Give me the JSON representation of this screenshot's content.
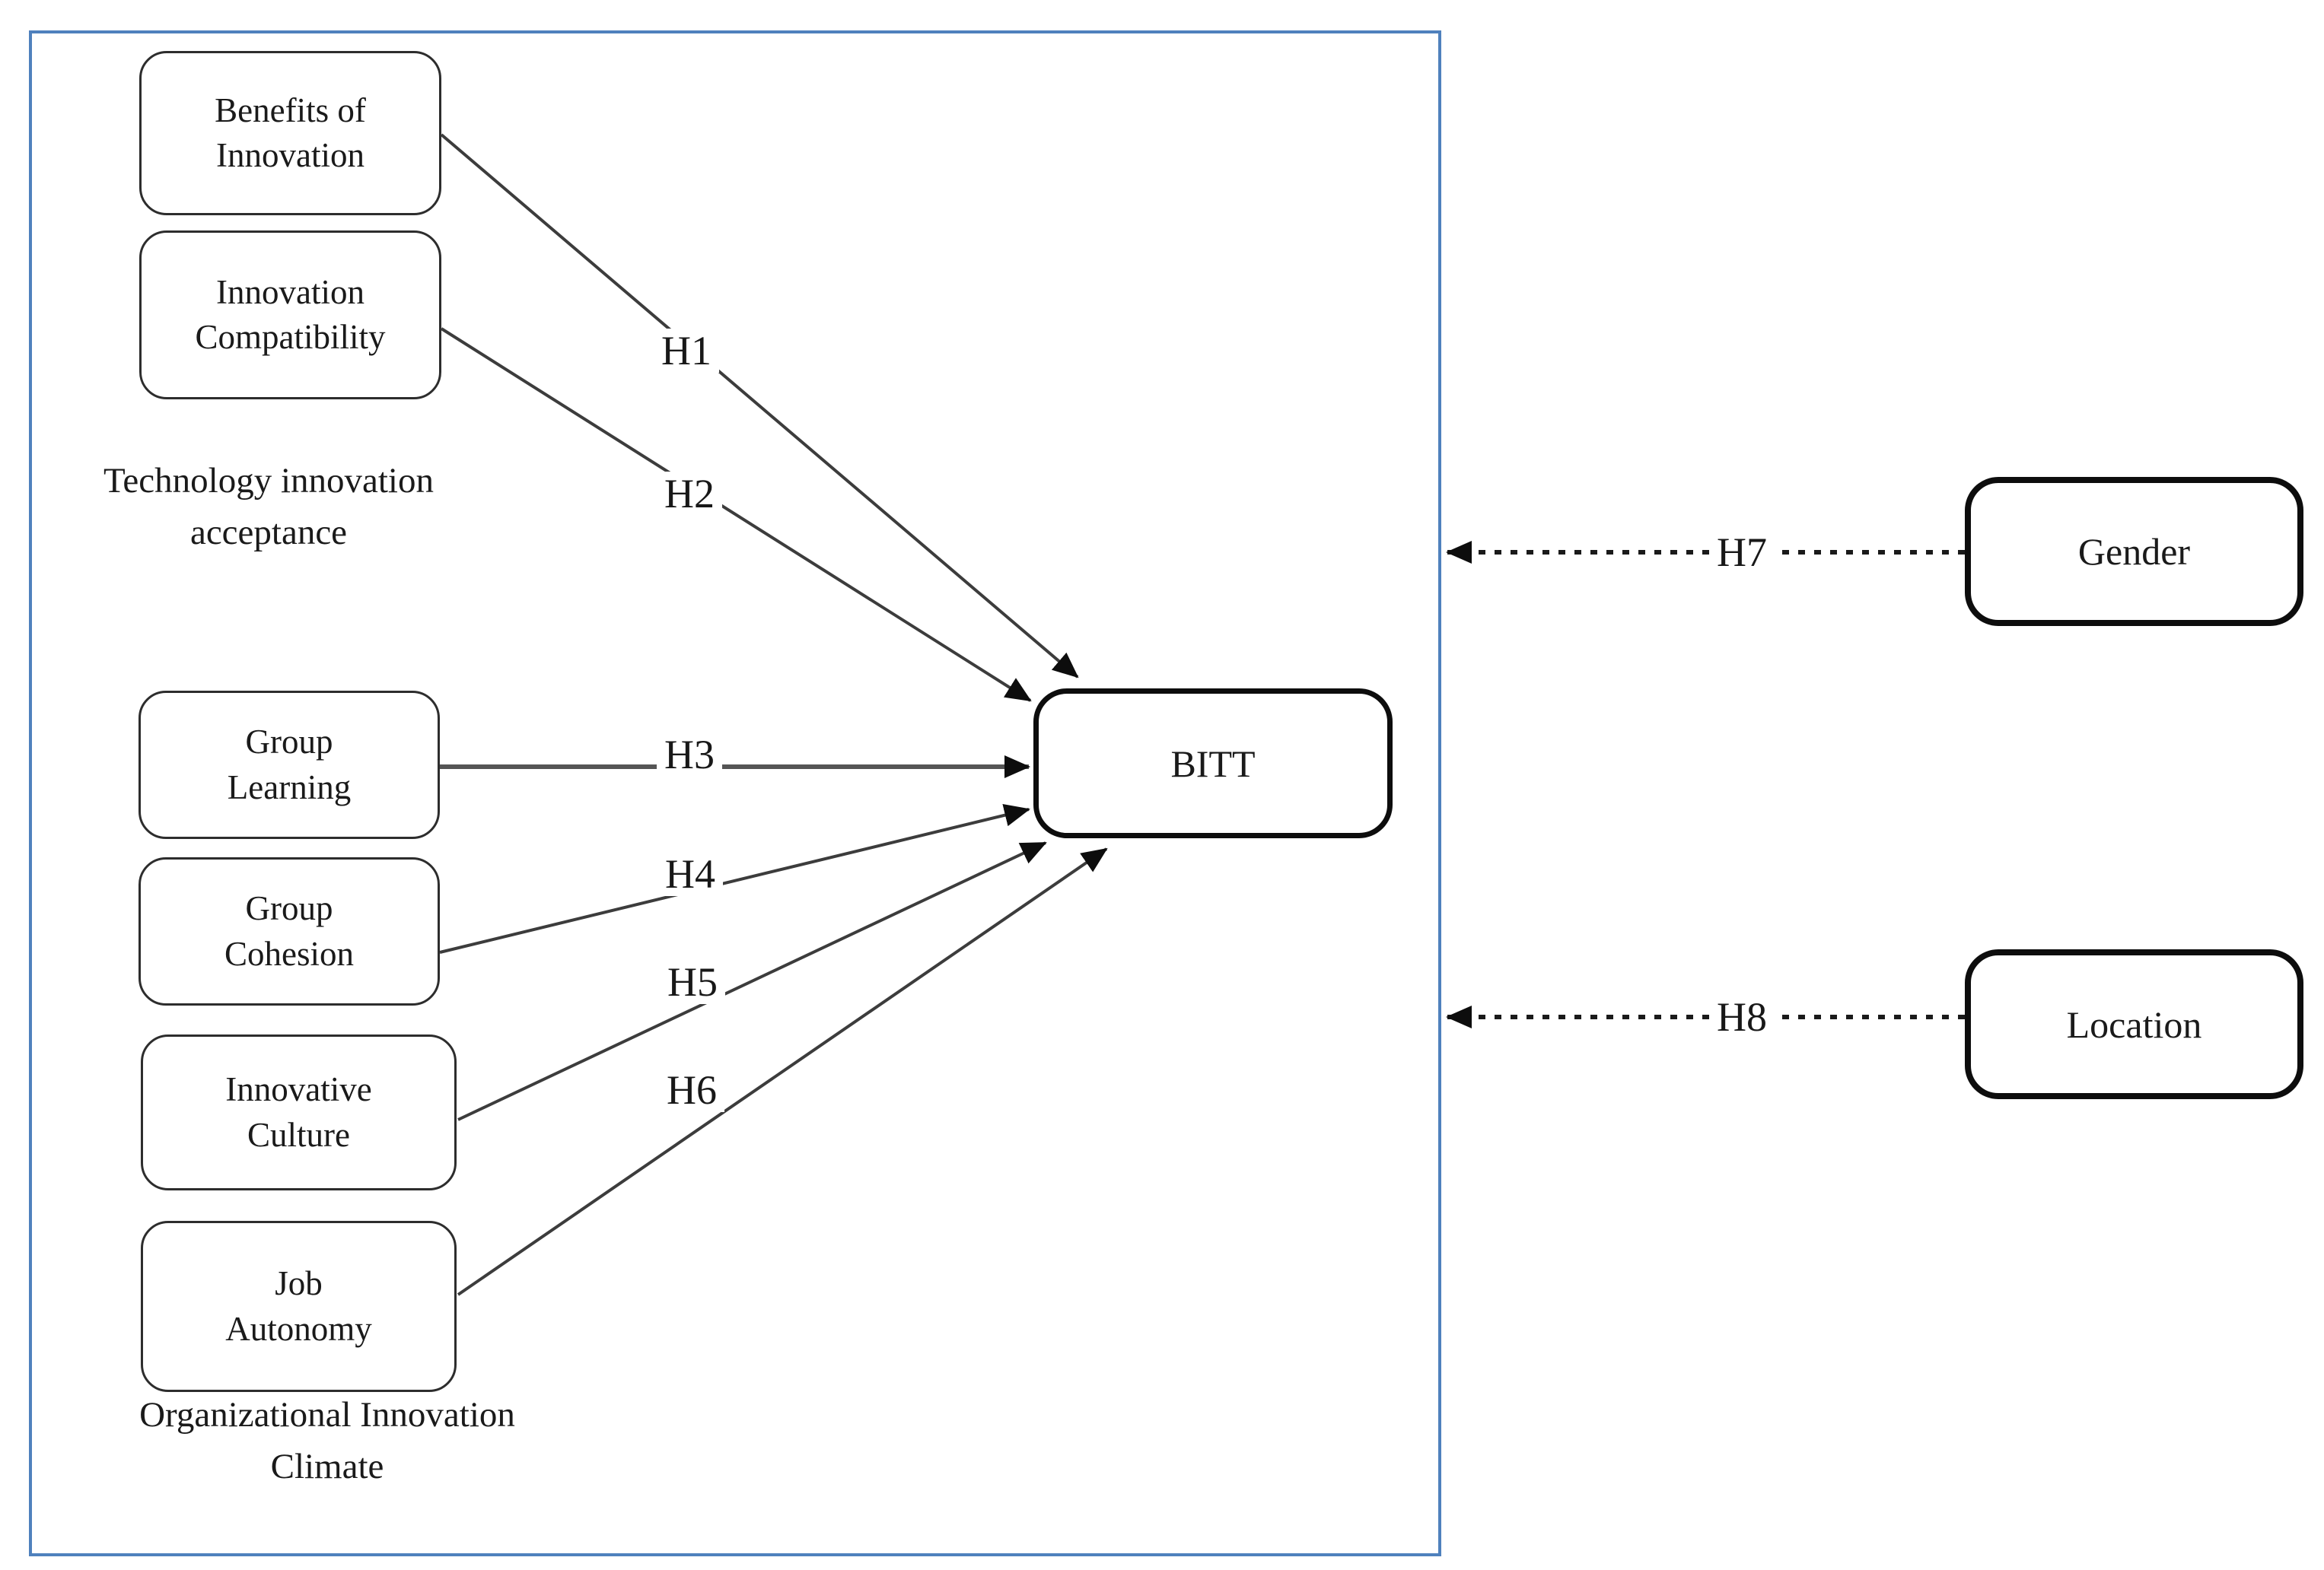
{
  "diagram": {
    "type": "conceptual research model",
    "outcome_box": {
      "label": "BITT"
    },
    "predictor_boxes": {
      "benefits": {
        "line1": "Benefits of",
        "line2": "Innovation"
      },
      "compatibility": {
        "line1": "Innovation",
        "line2": "Compatibility"
      },
      "group_learning": {
        "line1": "Group",
        "line2": "Learning"
      },
      "group_cohesion": {
        "line1": "Group",
        "line2": "Cohesion"
      },
      "innovative_culture": {
        "line1": "Innovative",
        "line2": "Culture"
      },
      "job_autonomy": {
        "line1": "Job",
        "line2": "Autonomy"
      }
    },
    "moderator_boxes": {
      "gender": {
        "label": "Gender"
      },
      "location": {
        "label": "Location"
      }
    },
    "section_labels": {
      "technology": {
        "line1": "Technology innovation",
        "line2": "acceptance"
      },
      "organizational": {
        "line1": "Organizational Innovation",
        "line2": "Climate"
      }
    },
    "hypotheses": {
      "h1": "H1",
      "h2": "H2",
      "h3": "H3",
      "h4": "H4",
      "h5": "H5",
      "h6": "H6",
      "h7": "H7",
      "h8": "H8"
    },
    "relations": [
      {
        "id": "H1",
        "from": "Benefits of Innovation",
        "to": "BITT",
        "style": "solid-arrow"
      },
      {
        "id": "H2",
        "from": "Innovation Compatibility",
        "to": "BITT",
        "style": "solid-arrow"
      },
      {
        "id": "H3",
        "from": "Group Learning",
        "to": "BITT",
        "style": "solid-arrow"
      },
      {
        "id": "H4",
        "from": "Group Cohesion",
        "to": "BITT",
        "style": "solid-arrow"
      },
      {
        "id": "H5",
        "from": "Innovative Culture",
        "to": "BITT",
        "style": "solid-arrow"
      },
      {
        "id": "H6",
        "from": "Job Autonomy",
        "to": "BITT",
        "style": "solid-arrow"
      },
      {
        "id": "H7",
        "from": "Gender",
        "to": "model frame",
        "style": "dashed-arrow"
      },
      {
        "id": "H8",
        "from": "Location",
        "to": "model frame",
        "style": "dashed-arrow"
      }
    ],
    "colors": {
      "frame_border": "#4f81bd",
      "arrow_line": "#3c3c3c",
      "box_border_thin": "#2d2d2d",
      "box_border_thick": "#0d0d0d",
      "background": "#ffffff"
    }
  }
}
